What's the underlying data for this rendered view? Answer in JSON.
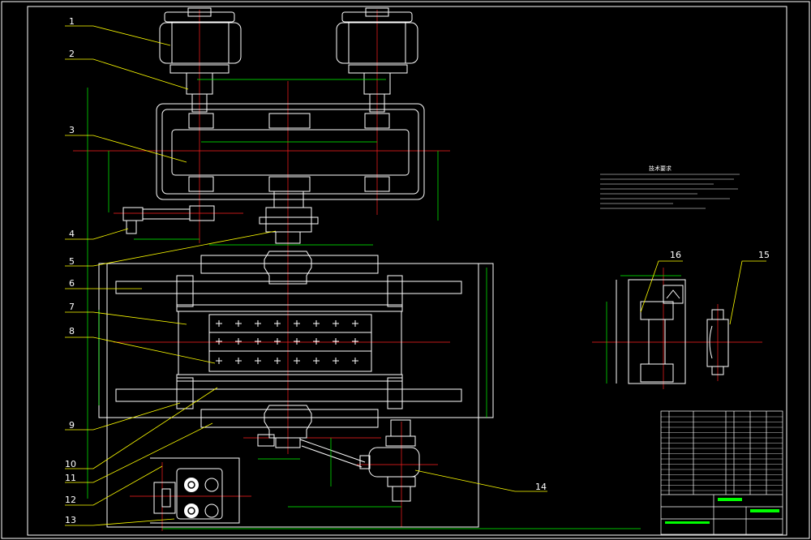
{
  "drawing": {
    "part_labels": [
      "1",
      "2",
      "3",
      "4",
      "5",
      "6",
      "7",
      "8",
      "9",
      "10",
      "11",
      "12",
      "13",
      "14",
      "15",
      "16"
    ],
    "colors": {
      "background": "#000000",
      "outline": "#ffffff",
      "leader": "#ffff00",
      "dimension": "#00ff00",
      "centerline": "#ff0000",
      "frame": "#ffffff"
    }
  },
  "tech_notes": {
    "title": "技术要求",
    "lines_count_note": "",
    "lines": []
  }
}
